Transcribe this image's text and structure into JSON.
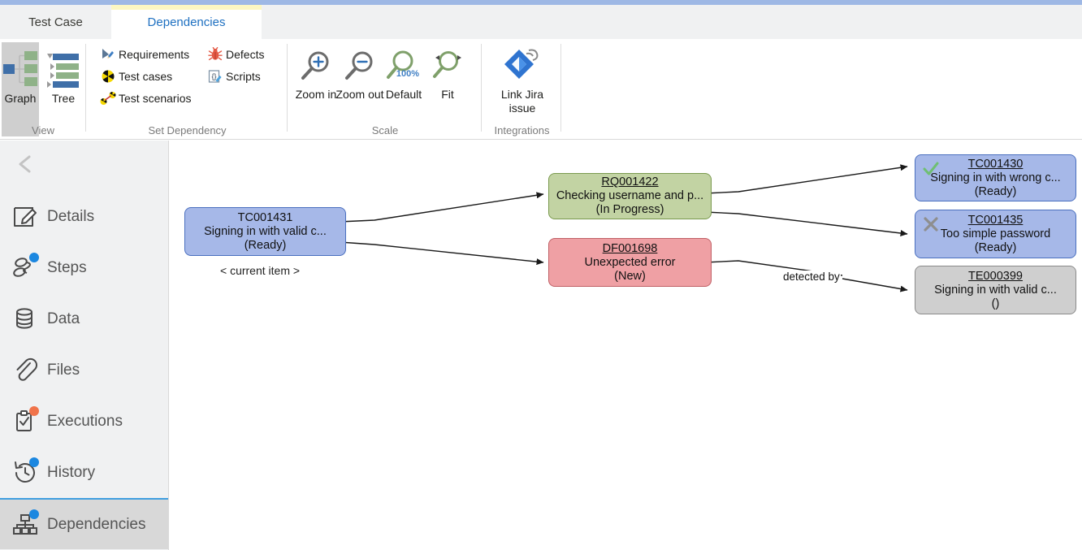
{
  "window": {
    "accent_strip_color": "#9eb8e5"
  },
  "tabs": [
    {
      "label": "Test Case",
      "active": false
    },
    {
      "label": "Dependencies",
      "active": true
    }
  ],
  "ribbon": {
    "groups": [
      {
        "name": "view",
        "label": "View",
        "buttons": [
          {
            "label": "Graph",
            "icon": "graph-icon",
            "selected": true
          },
          {
            "label": "Tree",
            "icon": "tree-icon",
            "selected": false
          }
        ]
      },
      {
        "name": "set-dependency",
        "label": "Set Dependency",
        "items": [
          {
            "label": "Requirements",
            "icon": "requirements-icon"
          },
          {
            "label": "Test cases",
            "icon": "test-cases-icon"
          },
          {
            "label": "Test scenarios",
            "icon": "test-scenarios-icon"
          },
          {
            "label": "Defects",
            "icon": "defects-bug-icon"
          },
          {
            "label": "Scripts",
            "icon": "scripts-icon"
          }
        ]
      },
      {
        "name": "scale",
        "label": "Scale",
        "buttons": [
          {
            "label": "Zoom in",
            "icon": "zoom-in-icon"
          },
          {
            "label": "Zoom out",
            "icon": "zoom-out-icon"
          },
          {
            "label": "Default",
            "icon": "zoom-default-100-icon",
            "badge": "100%"
          },
          {
            "label": "Fit",
            "icon": "zoom-fit-icon"
          }
        ]
      },
      {
        "name": "integrations",
        "label": "Integrations",
        "buttons": [
          {
            "label": "Link Jira issue",
            "icon": "jira-link-icon"
          }
        ]
      }
    ]
  },
  "sidebar": {
    "collapse_icon": "chevron-left-icon",
    "items": [
      {
        "label": "Details",
        "icon": "details-edit-icon",
        "badge": null,
        "active": false
      },
      {
        "label": "Steps",
        "icon": "steps-icon",
        "badge": "blue",
        "active": false
      },
      {
        "label": "Data",
        "icon": "database-icon",
        "badge": null,
        "active": false
      },
      {
        "label": "Files",
        "icon": "paperclip-icon",
        "badge": null,
        "active": false
      },
      {
        "label": "Executions",
        "icon": "clipboard-check-icon",
        "badge": "orange",
        "active": false
      },
      {
        "label": "History",
        "icon": "history-clock-icon",
        "badge": "blue",
        "active": false
      },
      {
        "label": "Dependencies",
        "icon": "dependencies-icon",
        "badge": "blue",
        "active": true
      }
    ]
  },
  "graph": {
    "current_item_label": "< current item >",
    "nodes": [
      {
        "key": "tc001431",
        "id": "TC001431",
        "title": "Signing in with valid c...",
        "status": "(Ready)",
        "color": "blue",
        "status_icon": null,
        "id_underlined": false
      },
      {
        "key": "rq001422",
        "id": "RQ001422",
        "title": "Checking username and p...",
        "status": "(In Progress)",
        "color": "green",
        "status_icon": null,
        "id_underlined": true
      },
      {
        "key": "df001698",
        "id": "DF001698",
        "title": "Unexpected error",
        "status": "(New)",
        "color": "red",
        "status_icon": null,
        "id_underlined": true
      },
      {
        "key": "tc001430",
        "id": "TC001430",
        "title": "Signing in with wrong c...",
        "status": "(Ready)",
        "color": "blue",
        "status_icon": "check-icon",
        "id_underlined": true
      },
      {
        "key": "tc001435",
        "id": "TC001435",
        "title": "Too simple password",
        "status": "(Ready)",
        "color": "blue",
        "status_icon": "cross-icon",
        "id_underlined": true
      },
      {
        "key": "te000399",
        "id": "TE000399",
        "title": "Signing in with valid c...",
        "status": "()",
        "color": "gray",
        "status_icon": null,
        "id_underlined": true
      }
    ],
    "edges": [
      {
        "from": "tc001431",
        "to": "rq001422",
        "label": null
      },
      {
        "from": "tc001431",
        "to": "df001698",
        "label": null
      },
      {
        "from": "rq001422",
        "to": "tc001430",
        "label": null
      },
      {
        "from": "rq001422",
        "to": "tc001435",
        "label": null
      },
      {
        "from": "df001698",
        "to": "te000399",
        "label": "detected by"
      }
    ]
  }
}
